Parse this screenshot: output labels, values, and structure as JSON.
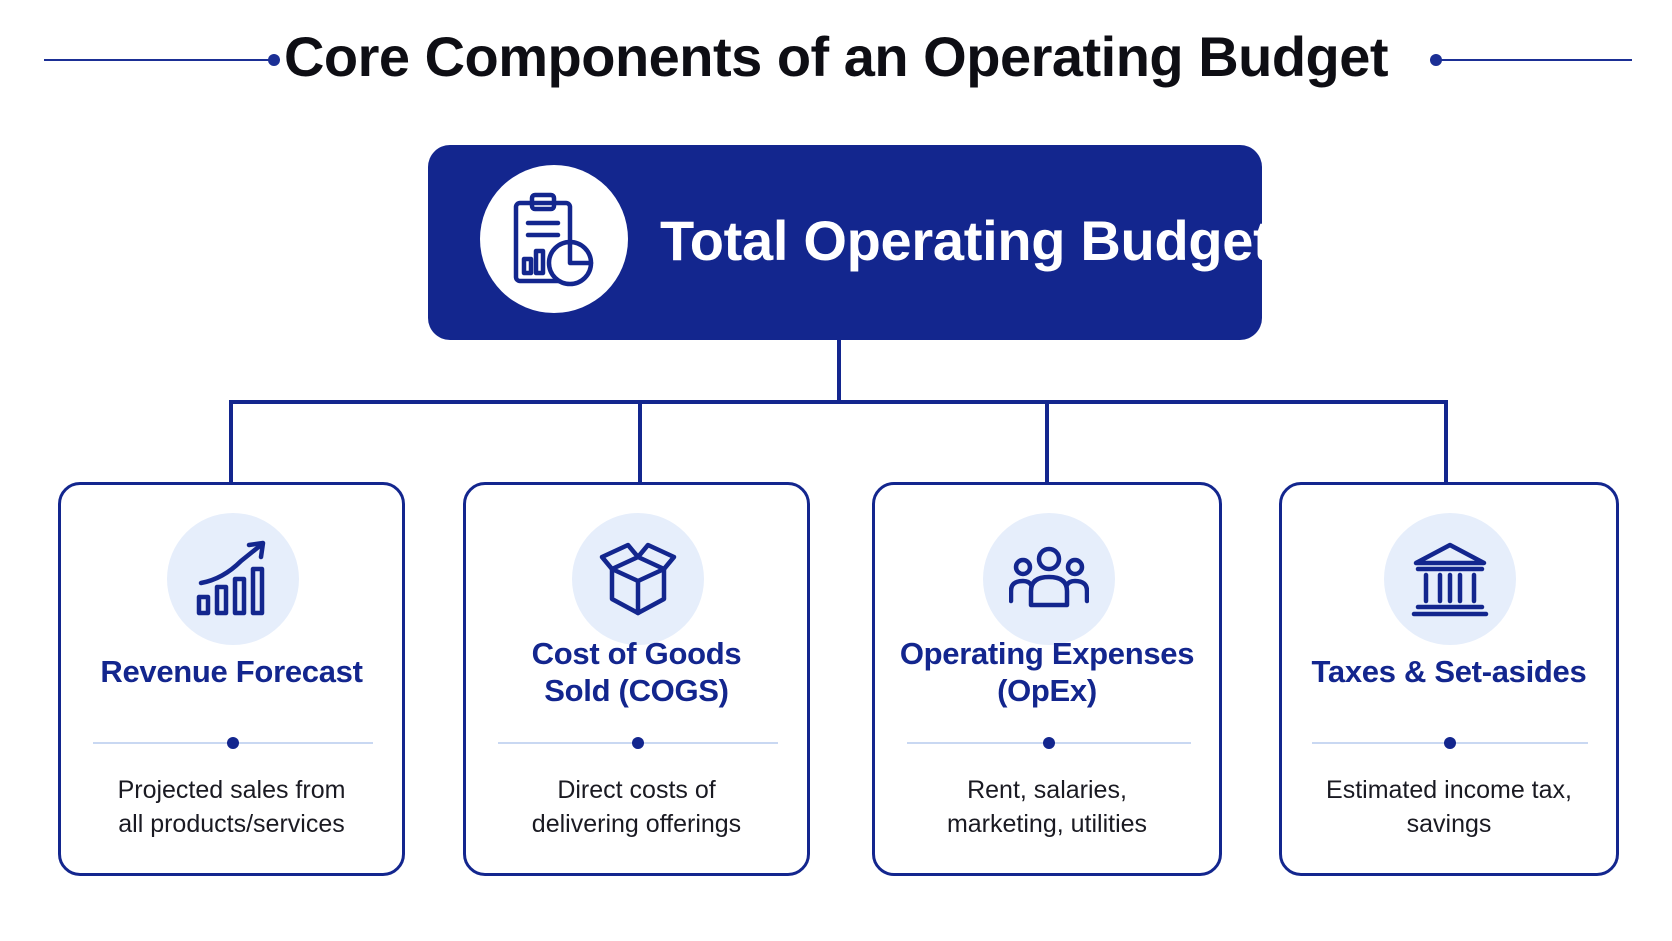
{
  "page": {
    "title": "Core Components of an Operating Budget"
  },
  "root": {
    "title": "Total Operating Budget",
    "icon": "clipboard-chart-icon"
  },
  "components": [
    {
      "title_line1": "Revenue Forecast",
      "title_line2": "",
      "description_line1": "Projected sales from",
      "description_line2": "all products/services",
      "icon": "growth-chart-icon"
    },
    {
      "title_line1": "Cost of Goods",
      "title_line2": "Sold (COGS)",
      "description_line1": "Direct costs of",
      "description_line2": "delivering offerings",
      "icon": "box-icon"
    },
    {
      "title_line1": "Operating Expenses",
      "title_line2": "(OpEx)",
      "description_line1": "Rent, salaries,",
      "description_line2": "marketing, utilities",
      "icon": "people-group-icon"
    },
    {
      "title_line1": "Taxes & Set-asides",
      "title_line2": "",
      "description_line1": "Estimated income tax,",
      "description_line2": "savings",
      "icon": "bank-building-icon"
    }
  ],
  "colors": {
    "primary": "#13268e",
    "icon_background": "#e6eefb",
    "divider": "#c9d8f2",
    "title_text": "#0e0e14",
    "body_text": "#1a1a22",
    "background": "#ffffff"
  }
}
